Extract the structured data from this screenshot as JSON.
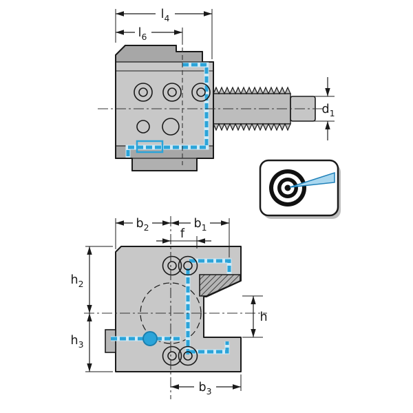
{
  "drawing": {
    "side_view": {
      "labels": {
        "l4": {
          "base": "l",
          "sub": "4"
        },
        "l6": {
          "base": "l",
          "sub": "6"
        },
        "d1": {
          "base": "d",
          "sub": "1"
        }
      }
    },
    "front_view": {
      "labels": {
        "b2": {
          "base": "b",
          "sub": "2"
        },
        "b1": {
          "base": "b",
          "sub": "1"
        },
        "f": {
          "base": "f",
          "sub": ""
        },
        "h2": {
          "base": "h",
          "sub": "2"
        },
        "h3": {
          "base": "h",
          "sub": "3"
        },
        "h": {
          "base": "h",
          "sub": ""
        },
        "b3": {
          "base": "b",
          "sub": "3"
        }
      }
    },
    "colors": {
      "coolant_blue": "#2ba4d9",
      "coolant_blue_light": "#cdeaf7",
      "pointer_fill": "#a9d7ef",
      "pointer_stroke": "#1d7fb8",
      "body_gray": "#c8c8c8",
      "body_gray_dark": "#a7a7a7",
      "outline_black": "#1a1a1a"
    }
  }
}
